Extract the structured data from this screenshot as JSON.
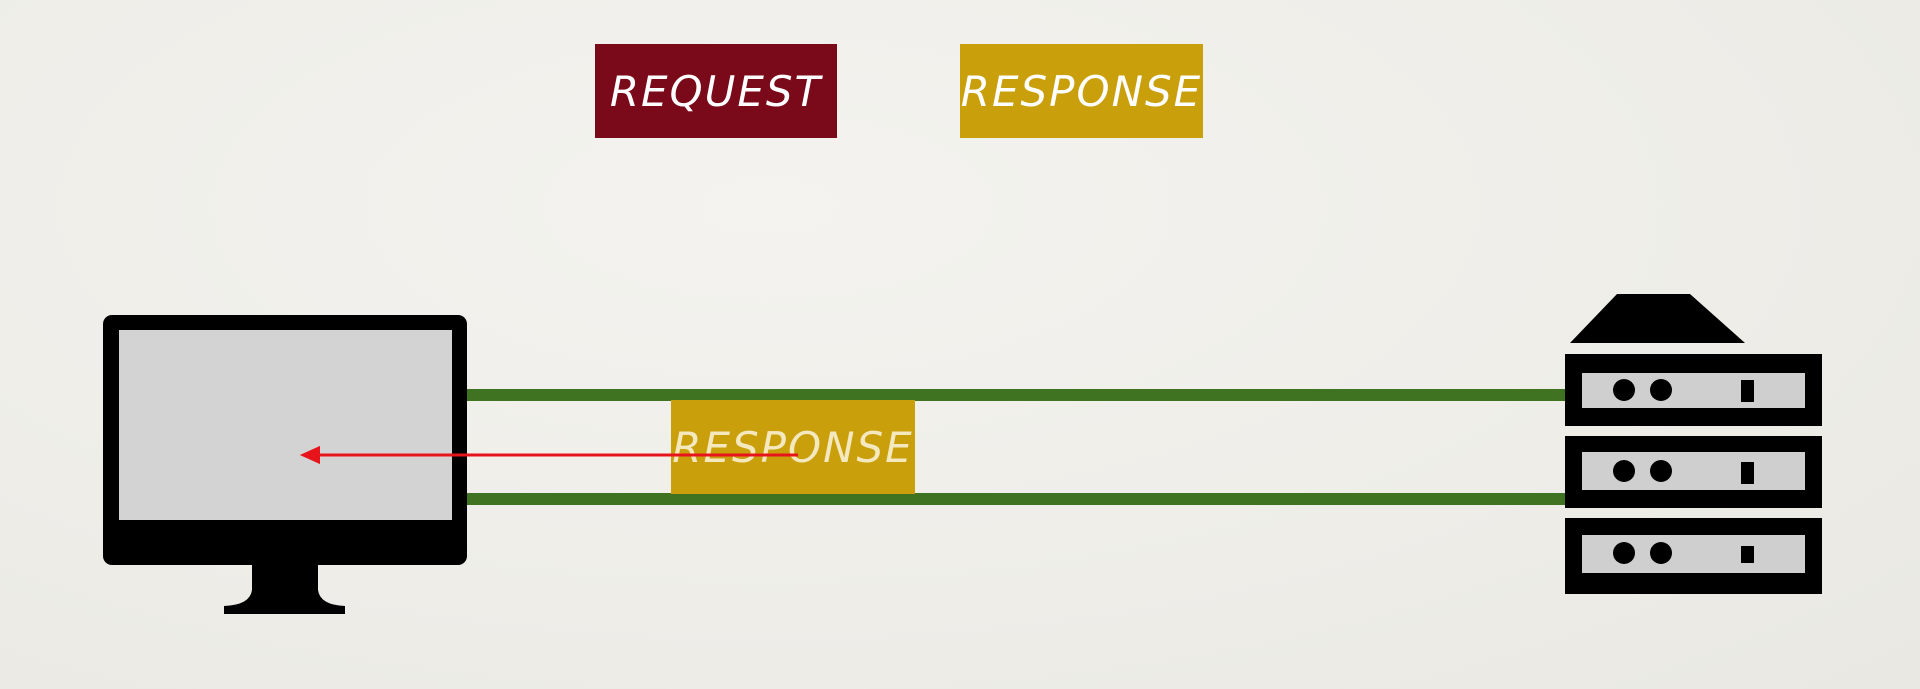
{
  "legend": {
    "request_label": "REQUEST",
    "response_label": "RESPONSE"
  },
  "packet": {
    "label": "RESPONSE"
  },
  "colors": {
    "request": "#7a0a1a",
    "response": "#c9a00c",
    "wire": "#3f7221",
    "arrow": "#e8141c",
    "device": "#000000",
    "screen": "#d3d3d3",
    "server_panel": "#cfcfcf"
  },
  "icons": {
    "client": "desktop-monitor-icon",
    "server": "server-rack-icon"
  }
}
